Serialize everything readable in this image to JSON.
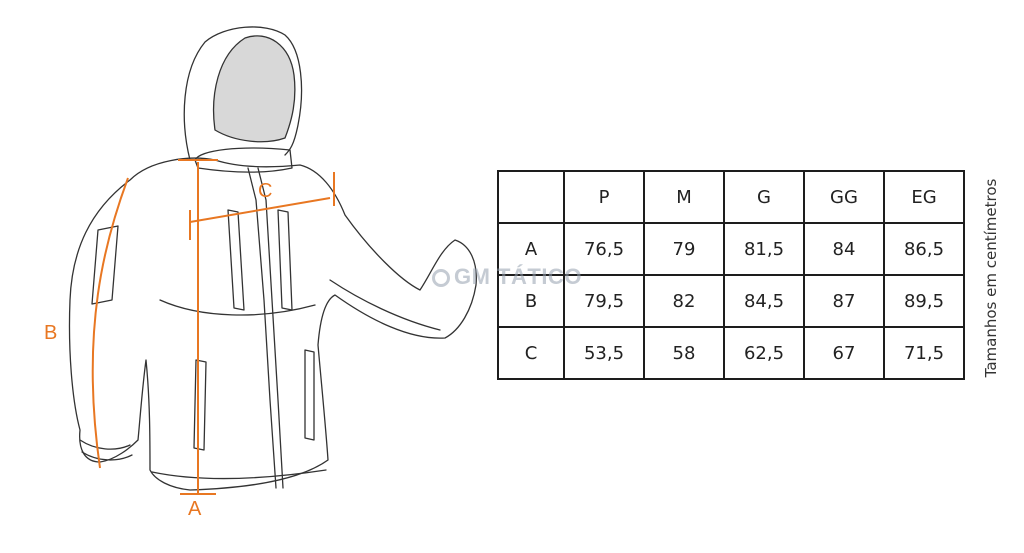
{
  "measurements": {
    "a": "A",
    "b": "B",
    "c": "C"
  },
  "watermark": "GM TÁTICO",
  "units_note": "Tamanhos em centímetros",
  "table": {
    "headers": [
      "P",
      "M",
      "G",
      "GG",
      "EG"
    ],
    "rows": [
      {
        "label": "A",
        "values": [
          "76,5",
          "79",
          "81,5",
          "84",
          "86,5"
        ]
      },
      {
        "label": "B",
        "values": [
          "79,5",
          "82",
          "84,5",
          "87",
          "89,5"
        ]
      },
      {
        "label": "C",
        "values": [
          "53,5",
          "58",
          "62,5",
          "67",
          "71,5"
        ]
      }
    ]
  },
  "colors": {
    "measure": "#e87722",
    "line": "#1d1d1d"
  }
}
